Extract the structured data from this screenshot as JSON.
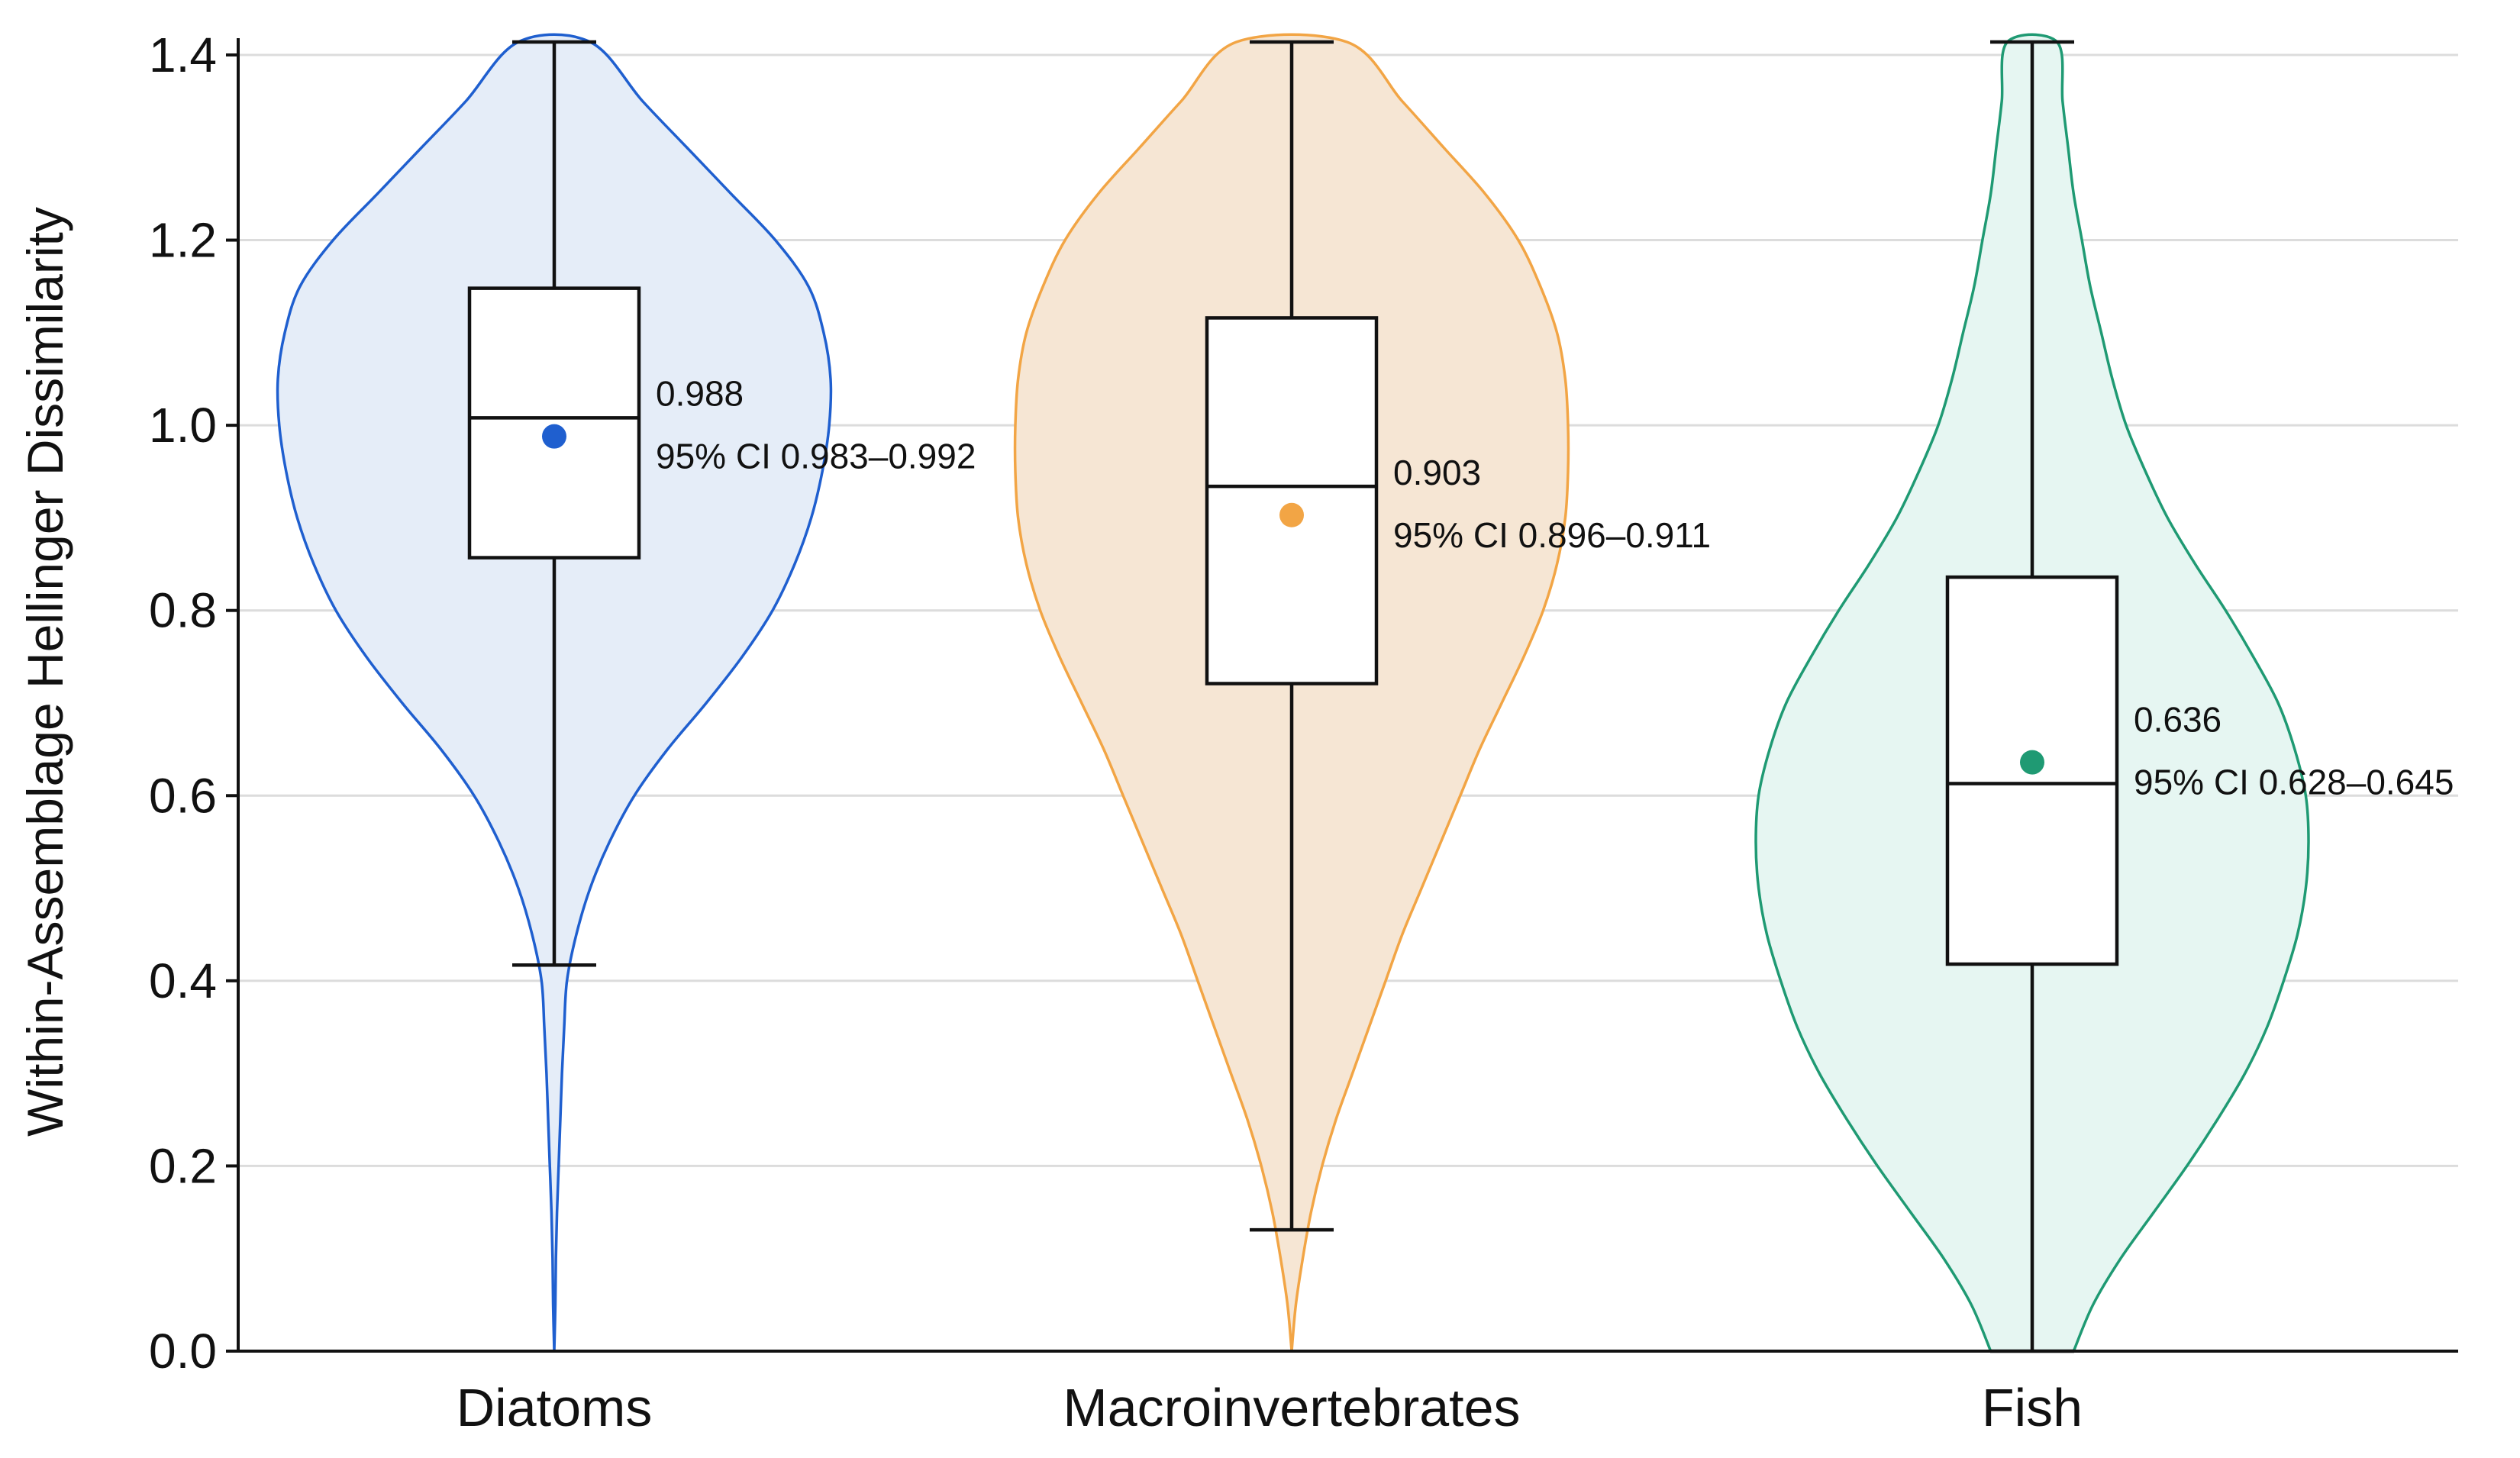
{
  "chart_data": {
    "type": "violin",
    "ylabel": "Within-Assemblage Hellinger Dissimilarity",
    "xlabel": "",
    "ylim": [
      0.0,
      1.414
    ],
    "yticks": [
      0.0,
      0.2,
      0.4,
      0.6,
      0.8,
      1.0,
      1.2,
      1.4
    ],
    "ytick_labels": [
      "0.0",
      "0.2",
      "0.4",
      "0.6",
      "0.8",
      "1.0",
      "1.2",
      "1.4"
    ],
    "grid": "horizontal",
    "categories": [
      "Diatoms",
      "Macroinvertebrates",
      "Fish"
    ],
    "series": [
      {
        "category": "Diatoms",
        "color": "#1f5fcf",
        "fill": "#e5edf8",
        "box": {
          "whisker_low": 0.417,
          "q1": 0.857,
          "median": 1.008,
          "q3": 1.148,
          "whisker_high": 1.414
        },
        "mean": 0.988,
        "mean_label": "0.988",
        "ci_label": "95% CI 0.983–0.992",
        "violin": {
          "y": [
            0.0,
            0.05,
            0.1,
            0.15,
            0.2,
            0.25,
            0.3,
            0.35,
            0.4,
            0.45,
            0.5,
            0.55,
            0.6,
            0.65,
            0.7,
            0.75,
            0.8,
            0.85,
            0.9,
            0.95,
            1.0,
            1.05,
            1.1,
            1.15,
            1.2,
            1.25,
            1.3,
            1.35,
            1.414
          ],
          "half_width": [
            0.0,
            0.004,
            0.006,
            0.01,
            0.016,
            0.022,
            0.028,
            0.036,
            0.046,
            0.08,
            0.13,
            0.2,
            0.29,
            0.41,
            0.55,
            0.68,
            0.79,
            0.87,
            0.93,
            0.97,
            0.995,
            1.0,
            0.975,
            0.92,
            0.8,
            0.64,
            0.48,
            0.32,
            0.13
          ]
        }
      },
      {
        "category": "Macroinvertebrates",
        "color": "#f2a545",
        "fill": "#f6e6d4",
        "box": {
          "whisker_low": 0.131,
          "q1": 0.721,
          "median": 0.934,
          "q3": 1.116,
          "whisker_high": 1.414
        },
        "mean": 0.903,
        "mean_label": "0.903",
        "ci_label": "95% CI 0.896–0.911",
        "violin": {
          "y": [
            0.0,
            0.05,
            0.1,
            0.15,
            0.2,
            0.25,
            0.3,
            0.35,
            0.4,
            0.45,
            0.5,
            0.55,
            0.6,
            0.65,
            0.7,
            0.75,
            0.8,
            0.85,
            0.9,
            0.95,
            1.0,
            1.05,
            1.1,
            1.15,
            1.2,
            1.25,
            1.3,
            1.35,
            1.414
          ],
          "half_width": [
            0.0,
            0.015,
            0.04,
            0.07,
            0.11,
            0.16,
            0.22,
            0.28,
            0.34,
            0.4,
            0.47,
            0.54,
            0.61,
            0.68,
            0.76,
            0.84,
            0.91,
            0.96,
            0.99,
            1.0,
            1.0,
            0.99,
            0.96,
            0.9,
            0.82,
            0.7,
            0.55,
            0.4,
            0.2
          ]
        }
      },
      {
        "category": "Fish",
        "color": "#1f9a73",
        "fill": "#e6f6f2",
        "box": {
          "whisker_low": 0.0,
          "q1": 0.418,
          "median": 0.613,
          "q3": 0.836,
          "whisker_high": 1.414
        },
        "mean": 0.636,
        "mean_label": "0.636",
        "ci_label": "95% CI 0.628–0.645",
        "violin": {
          "y": [
            0.0,
            0.05,
            0.1,
            0.15,
            0.2,
            0.25,
            0.3,
            0.35,
            0.4,
            0.45,
            0.5,
            0.55,
            0.6,
            0.65,
            0.7,
            0.75,
            0.8,
            0.85,
            0.9,
            0.95,
            1.0,
            1.05,
            1.1,
            1.15,
            1.2,
            1.25,
            1.3,
            1.35,
            1.414
          ],
          "half_width": [
            0.15,
            0.22,
            0.32,
            0.44,
            0.56,
            0.67,
            0.77,
            0.85,
            0.91,
            0.96,
            0.99,
            1.0,
            0.99,
            0.95,
            0.89,
            0.8,
            0.7,
            0.59,
            0.49,
            0.41,
            0.34,
            0.29,
            0.25,
            0.21,
            0.18,
            0.15,
            0.13,
            0.11,
            0.09
          ]
        }
      }
    ]
  }
}
